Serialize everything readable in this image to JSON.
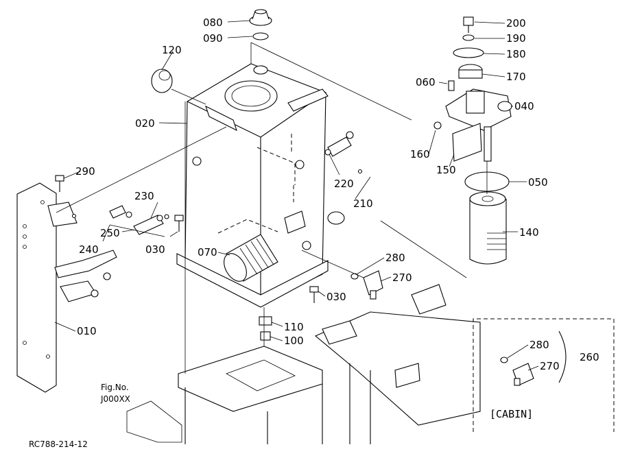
{
  "parts": [
    {
      "id": "p080",
      "label": "080"
    },
    {
      "id": "p090",
      "label": "090"
    },
    {
      "id": "p120",
      "label": "120"
    },
    {
      "id": "p020",
      "label": "020"
    },
    {
      "id": "p290",
      "label": "290"
    },
    {
      "id": "p230",
      "label": "230"
    },
    {
      "id": "p250",
      "label": "250"
    },
    {
      "id": "p240",
      "label": "240"
    },
    {
      "id": "p030a",
      "label": "030"
    },
    {
      "id": "p070",
      "label": "070"
    },
    {
      "id": "p010",
      "label": "010"
    },
    {
      "id": "p200",
      "label": "200"
    },
    {
      "id": "p190",
      "label": "190"
    },
    {
      "id": "p180",
      "label": "180"
    },
    {
      "id": "p170",
      "label": "170"
    },
    {
      "id": "p060",
      "label": "060"
    },
    {
      "id": "p040",
      "label": "040"
    },
    {
      "id": "p160",
      "label": "160"
    },
    {
      "id": "p150",
      "label": "150"
    },
    {
      "id": "p050",
      "label": "050"
    },
    {
      "id": "p220",
      "label": "220"
    },
    {
      "id": "p210",
      "label": "210"
    },
    {
      "id": "p140",
      "label": "140"
    },
    {
      "id": "p280a",
      "label": "280"
    },
    {
      "id": "p270a",
      "label": "270"
    },
    {
      "id": "p030b",
      "label": "030"
    },
    {
      "id": "p110",
      "label": "110"
    },
    {
      "id": "p100",
      "label": "100"
    },
    {
      "id": "p280b",
      "label": "280"
    },
    {
      "id": "p270b",
      "label": "270"
    },
    {
      "id": "p260",
      "label": "260"
    }
  ],
  "fig_ref": {
    "line1": "Fig.No.",
    "line2": "J000XX"
  },
  "cabin_label": "[CABIN]",
  "drawing_code": "RC788-214-12"
}
